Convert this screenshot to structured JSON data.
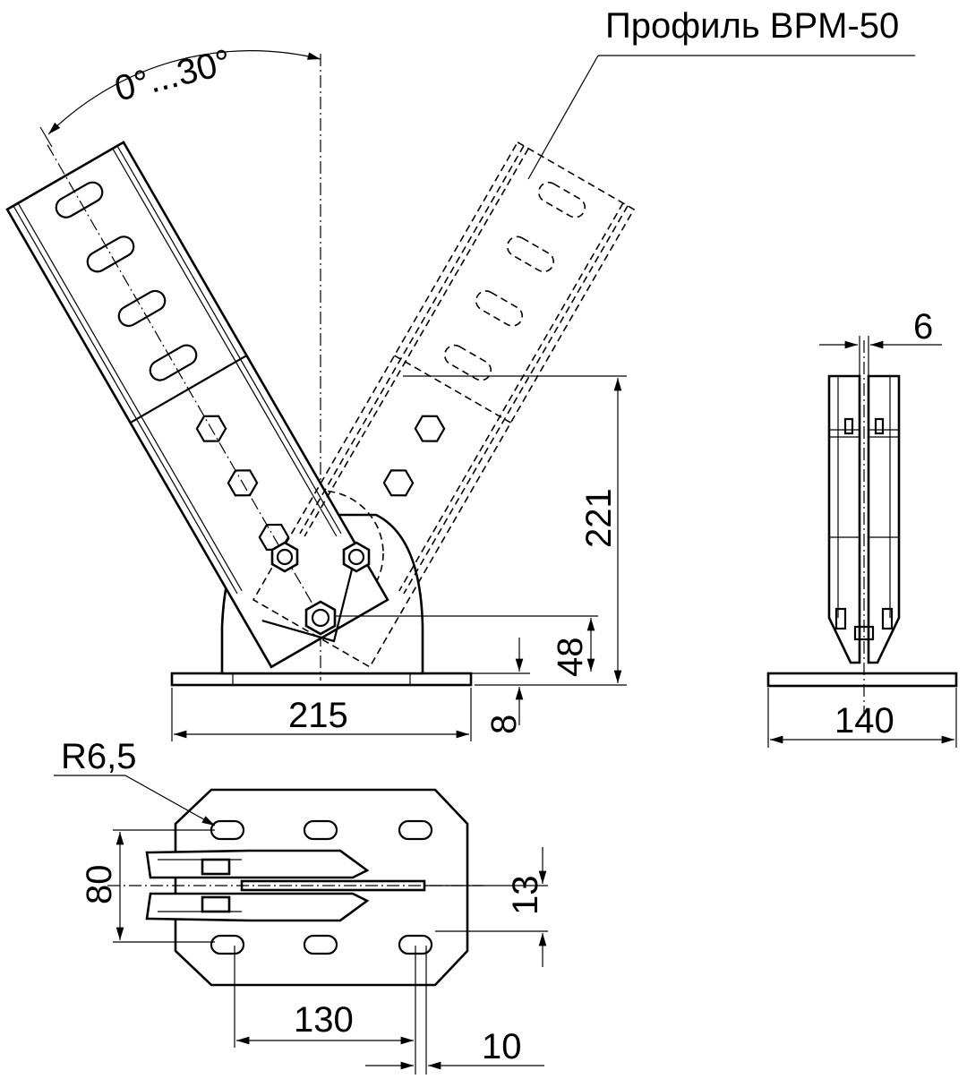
{
  "drawing": {
    "angle_label": "0°...30°",
    "profile_label": "Профиль BPM-50",
    "dimensions": {
      "height_total": "221",
      "height_pivot": "48",
      "base_width": "215",
      "base_thickness": "8",
      "side_slot": "6",
      "side_base_width": "140",
      "slot_radius": "R6,5",
      "slot_spacing_vertical": "80",
      "slot_spacing_horizontal": "130",
      "slot_offset": "10",
      "plate_gap": "13"
    }
  }
}
